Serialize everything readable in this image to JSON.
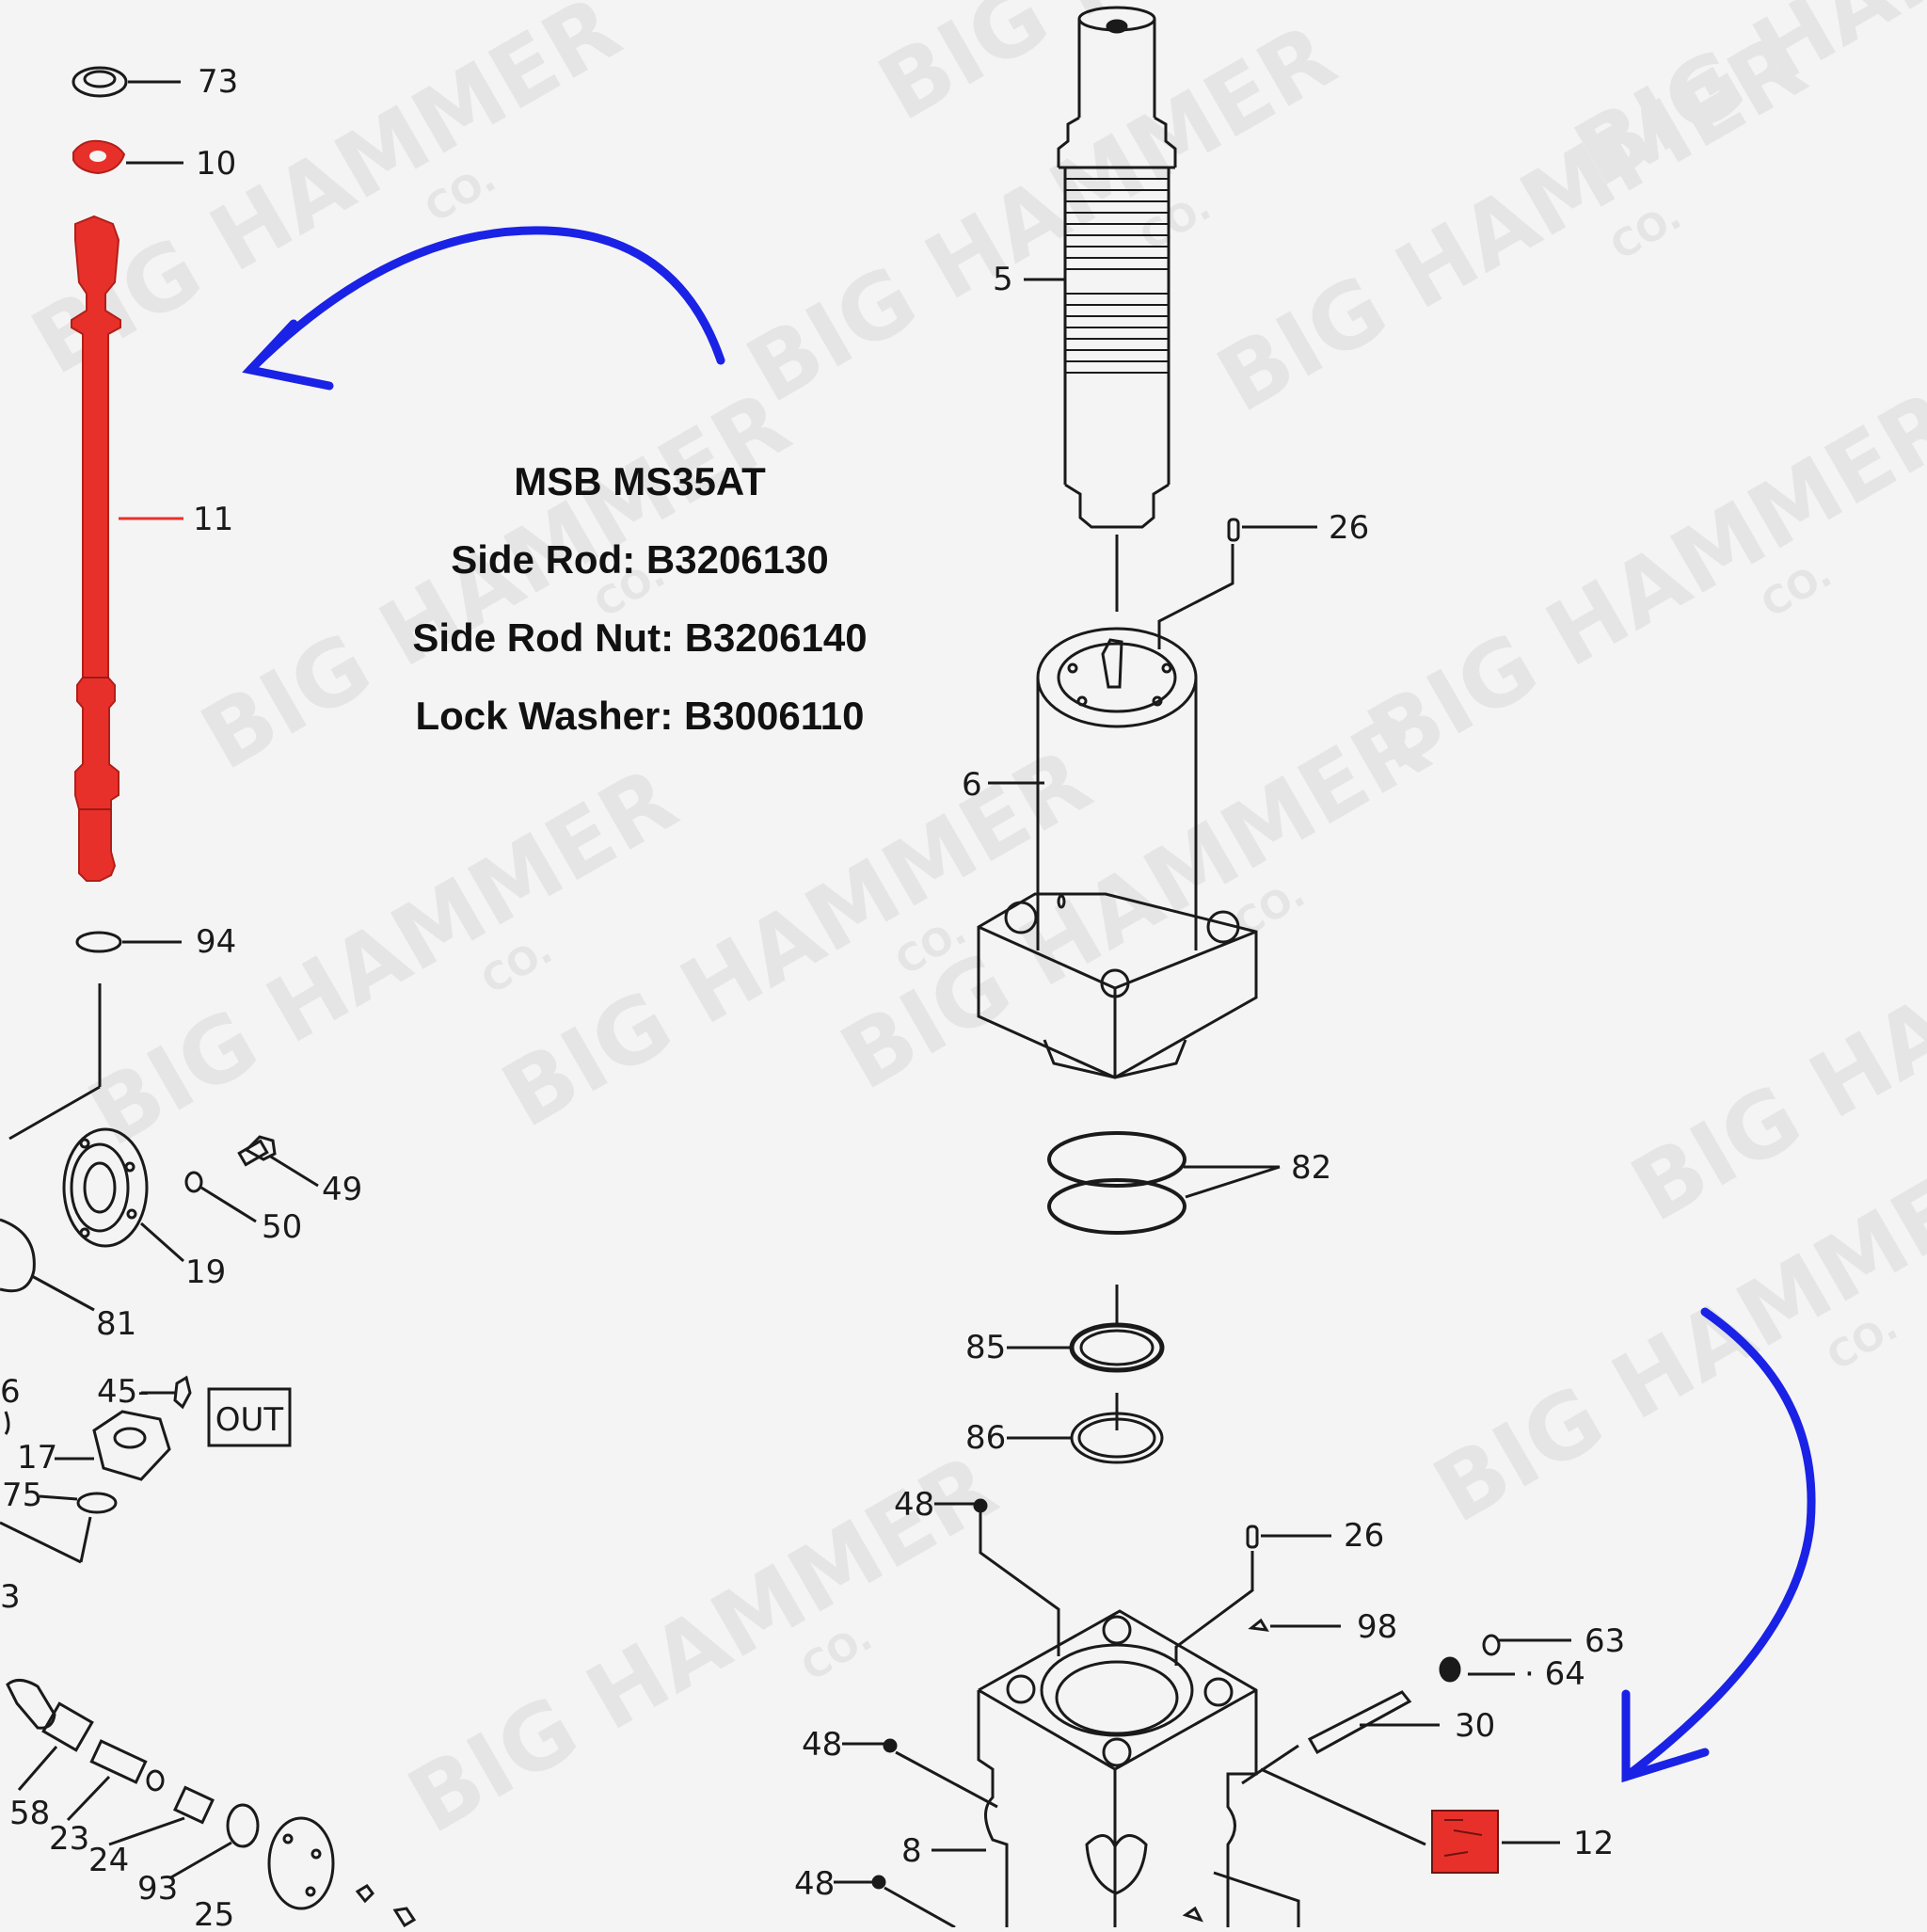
{
  "caption": {
    "model": "MSB MS35AT",
    "side_rod": "Side Rod: B3206130",
    "side_rod_nut": "Side Rod Nut: B3206140",
    "lock_washer": "Lock Washer: B3006110"
  },
  "watermark": {
    "brand": "BIG HAMMER",
    "suffix": "CO."
  },
  "out_box": "OUT",
  "part_labels": {
    "p73": "73",
    "p10": "10",
    "p11": "11",
    "p94": "94",
    "p5": "5",
    "p26a": "26",
    "p6": "6",
    "p82": "82",
    "p49": "49",
    "p50": "50",
    "p19": "19",
    "p81": "81",
    "p45": "45-",
    "p17": "17",
    "p75": "75",
    "p6b": "6",
    "p3": "3",
    "p58": "58",
    "p23": "23",
    "p24": "24",
    "p93": "93",
    "p25": "25",
    "p85": "85",
    "p86": "86",
    "p48a": "48",
    "p26b": "26",
    "p98": "98",
    "p63": "63",
    "p64": "· 64",
    "p30": "30",
    "p48b": "48",
    "p8": "8",
    "p48c": "48",
    "p12": "12"
  },
  "colors": {
    "highlight": "#e8302a",
    "arrow": "#1a22e6",
    "line": "#1a1a1a",
    "background": "#f5f4f4"
  }
}
